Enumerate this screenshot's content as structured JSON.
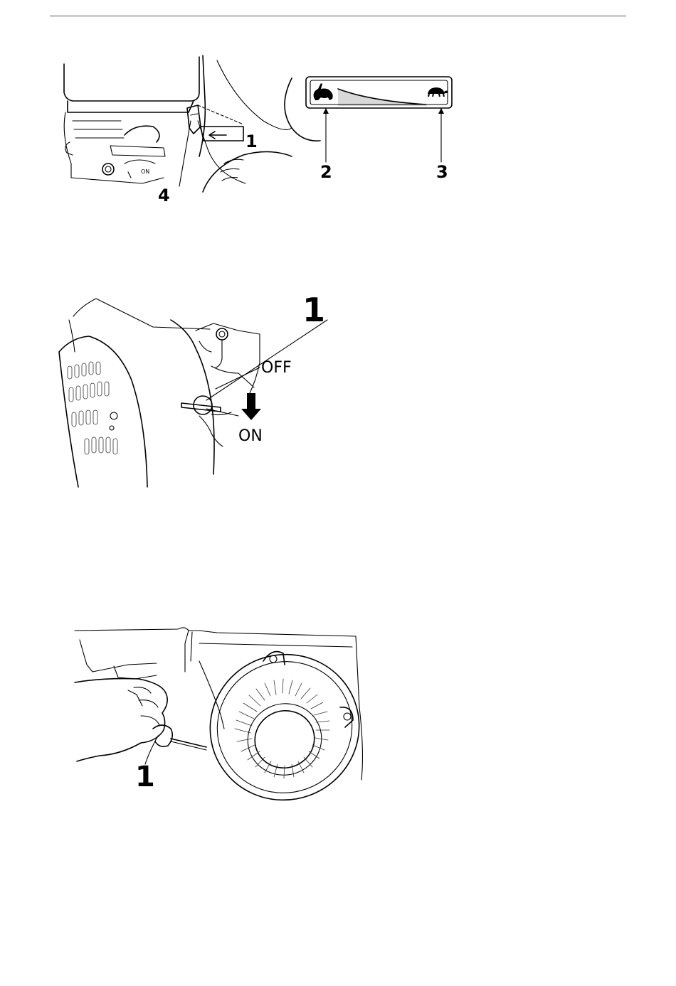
{
  "figure1": {
    "callouts": [
      "1",
      "2",
      "3",
      "4"
    ],
    "icons": [
      "rabbit-icon",
      "turtle-icon"
    ],
    "lever_mark": "ON"
  },
  "figure2": {
    "callout": "1",
    "off_label": "OFF",
    "on_label": "ON"
  },
  "figure3": {
    "callout": "1"
  }
}
